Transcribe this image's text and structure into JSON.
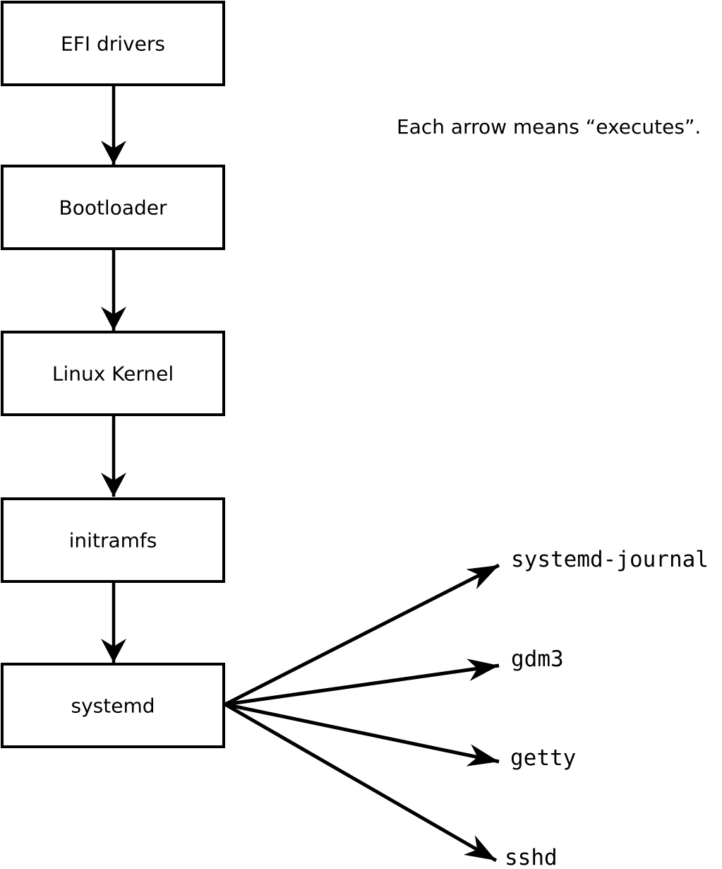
{
  "diagram": {
    "note": "Each arrow means “executes”.",
    "boot_chain": [
      {
        "label": "EFI drivers"
      },
      {
        "label": "Bootloader"
      },
      {
        "label": "Linux Kernel"
      },
      {
        "label": "initramfs"
      },
      {
        "label": "systemd"
      }
    ],
    "spawned_processes": [
      {
        "label": "systemd-journal"
      },
      {
        "label": "gdm3"
      },
      {
        "label": "getty"
      },
      {
        "label": "sshd"
      }
    ],
    "colors": {
      "background": "#ffffff",
      "box_fill": "#ffffff",
      "line": "#000000",
      "text": "#000000"
    }
  }
}
